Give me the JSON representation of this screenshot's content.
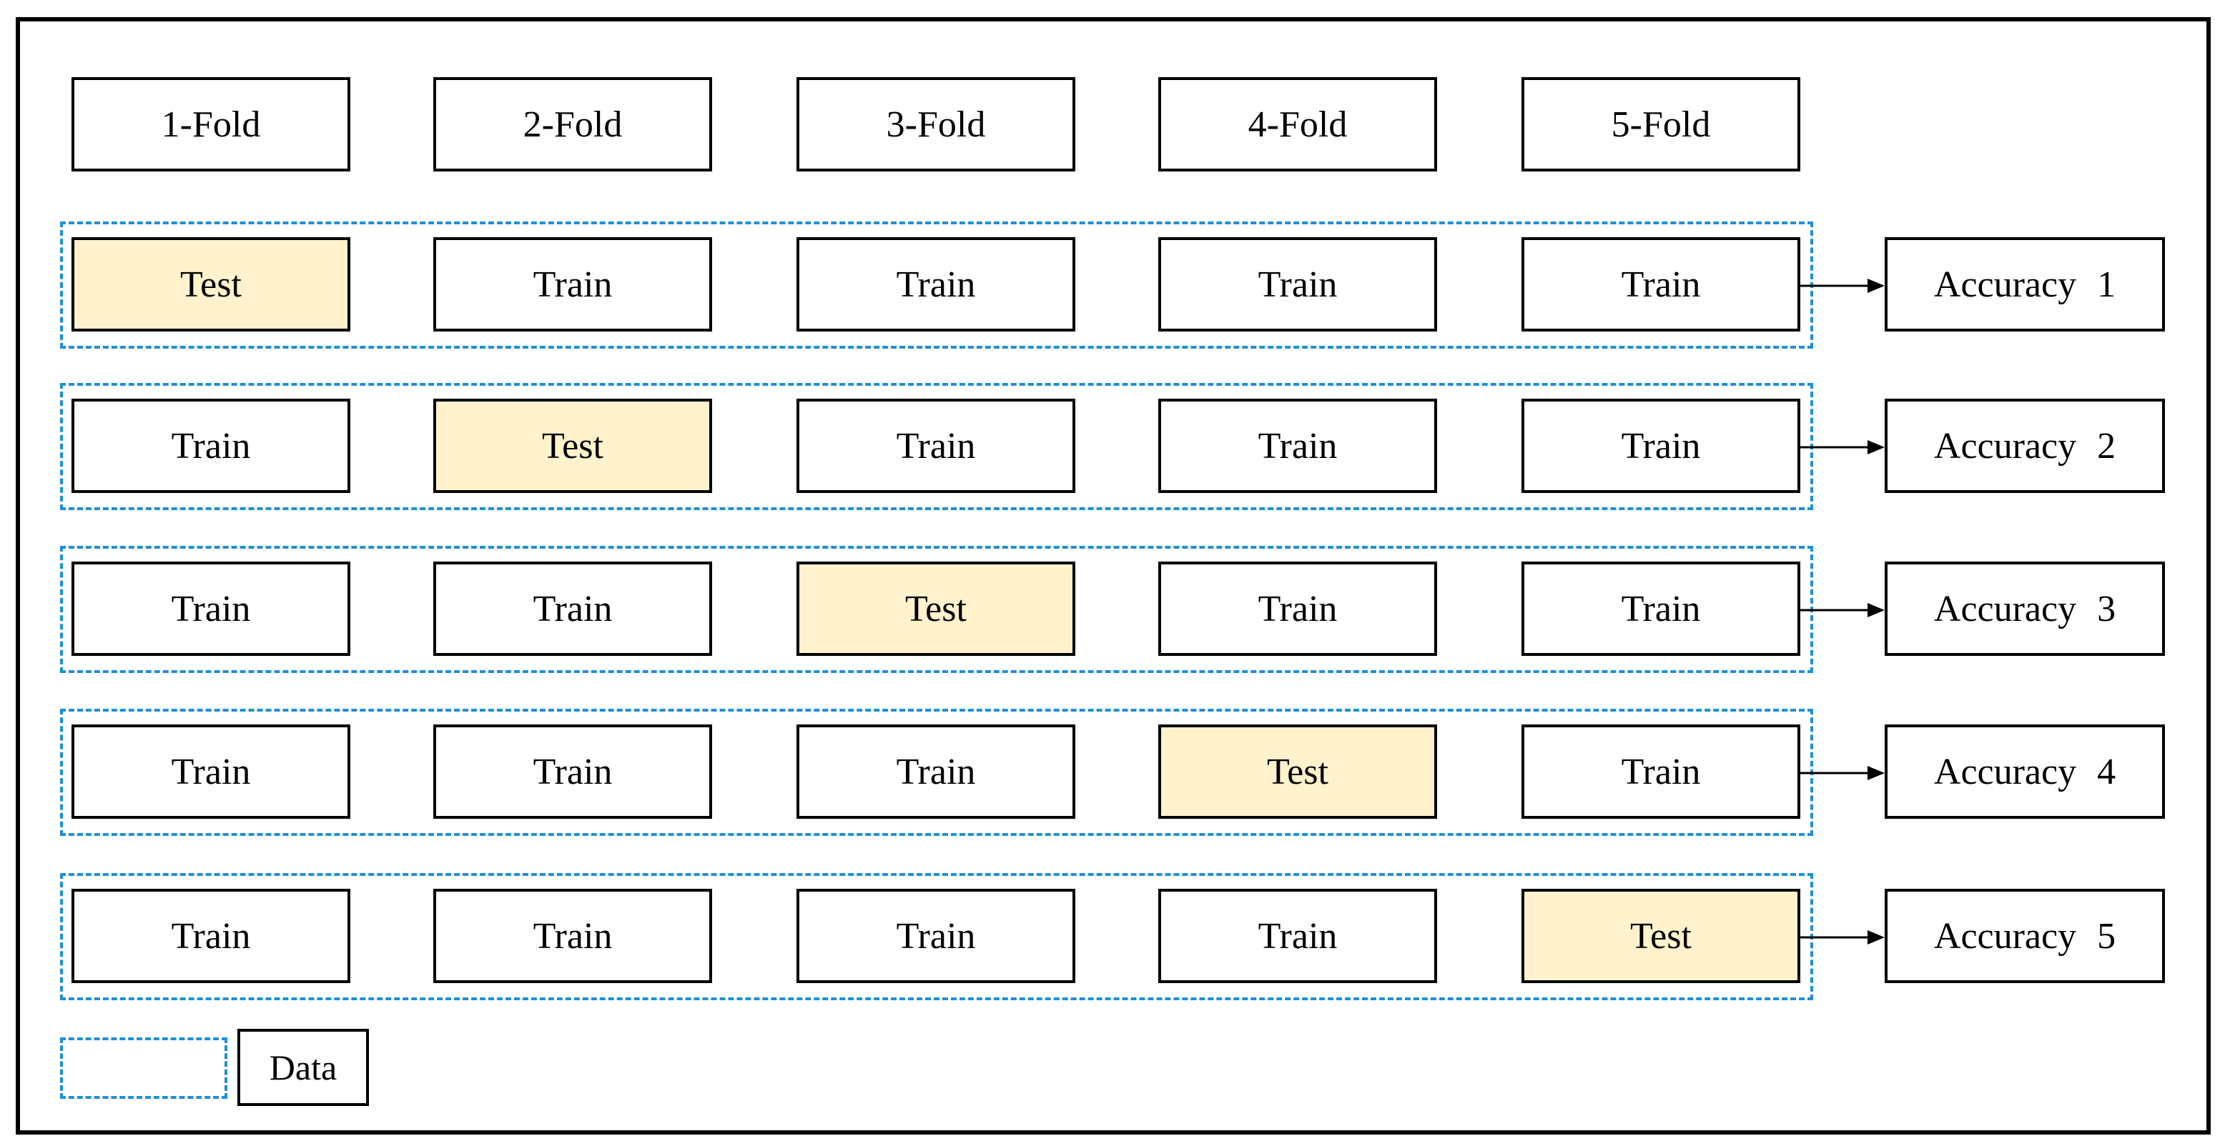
{
  "header": {
    "folds": [
      "1-Fold",
      "2-Fold",
      "3-Fold",
      "4-Fold",
      "5-Fold"
    ]
  },
  "rows": [
    {
      "cells": [
        "Test",
        "Train",
        "Train",
        "Train",
        "Train"
      ],
      "accuracy": "Accuracy 1"
    },
    {
      "cells": [
        "Train",
        "Test",
        "Train",
        "Train",
        "Train"
      ],
      "accuracy": "Accuracy 2"
    },
    {
      "cells": [
        "Train",
        "Train",
        "Test",
        "Train",
        "Train"
      ],
      "accuracy": "Accuracy 3"
    },
    {
      "cells": [
        "Train",
        "Train",
        "Train",
        "Test",
        "Train"
      ],
      "accuracy": "Accuracy 4"
    },
    {
      "cells": [
        "Train",
        "Train",
        "Train",
        "Train",
        "Test"
      ],
      "accuracy": "Accuracy 5"
    }
  ],
  "legend": {
    "label": "Data"
  },
  "colors": {
    "test_fill": "#fff2cc",
    "dashed_border": "#1e90d6",
    "stroke": "#000000"
  }
}
